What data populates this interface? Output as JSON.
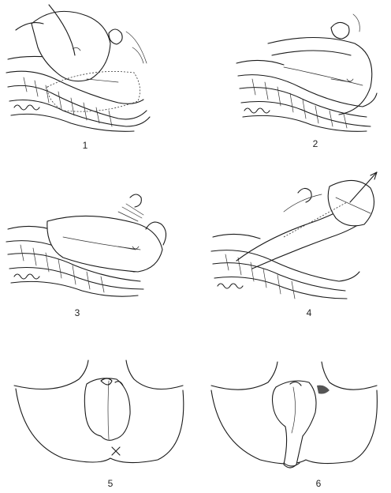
{
  "panels": [
    {
      "id": "panel-1",
      "label": "1"
    },
    {
      "id": "panel-2",
      "label": "2"
    },
    {
      "id": "panel-3",
      "label": "3"
    },
    {
      "id": "panel-4",
      "label": "4"
    },
    {
      "id": "panel-5",
      "label": "5"
    },
    {
      "id": "panel-6",
      "label": "6"
    }
  ]
}
